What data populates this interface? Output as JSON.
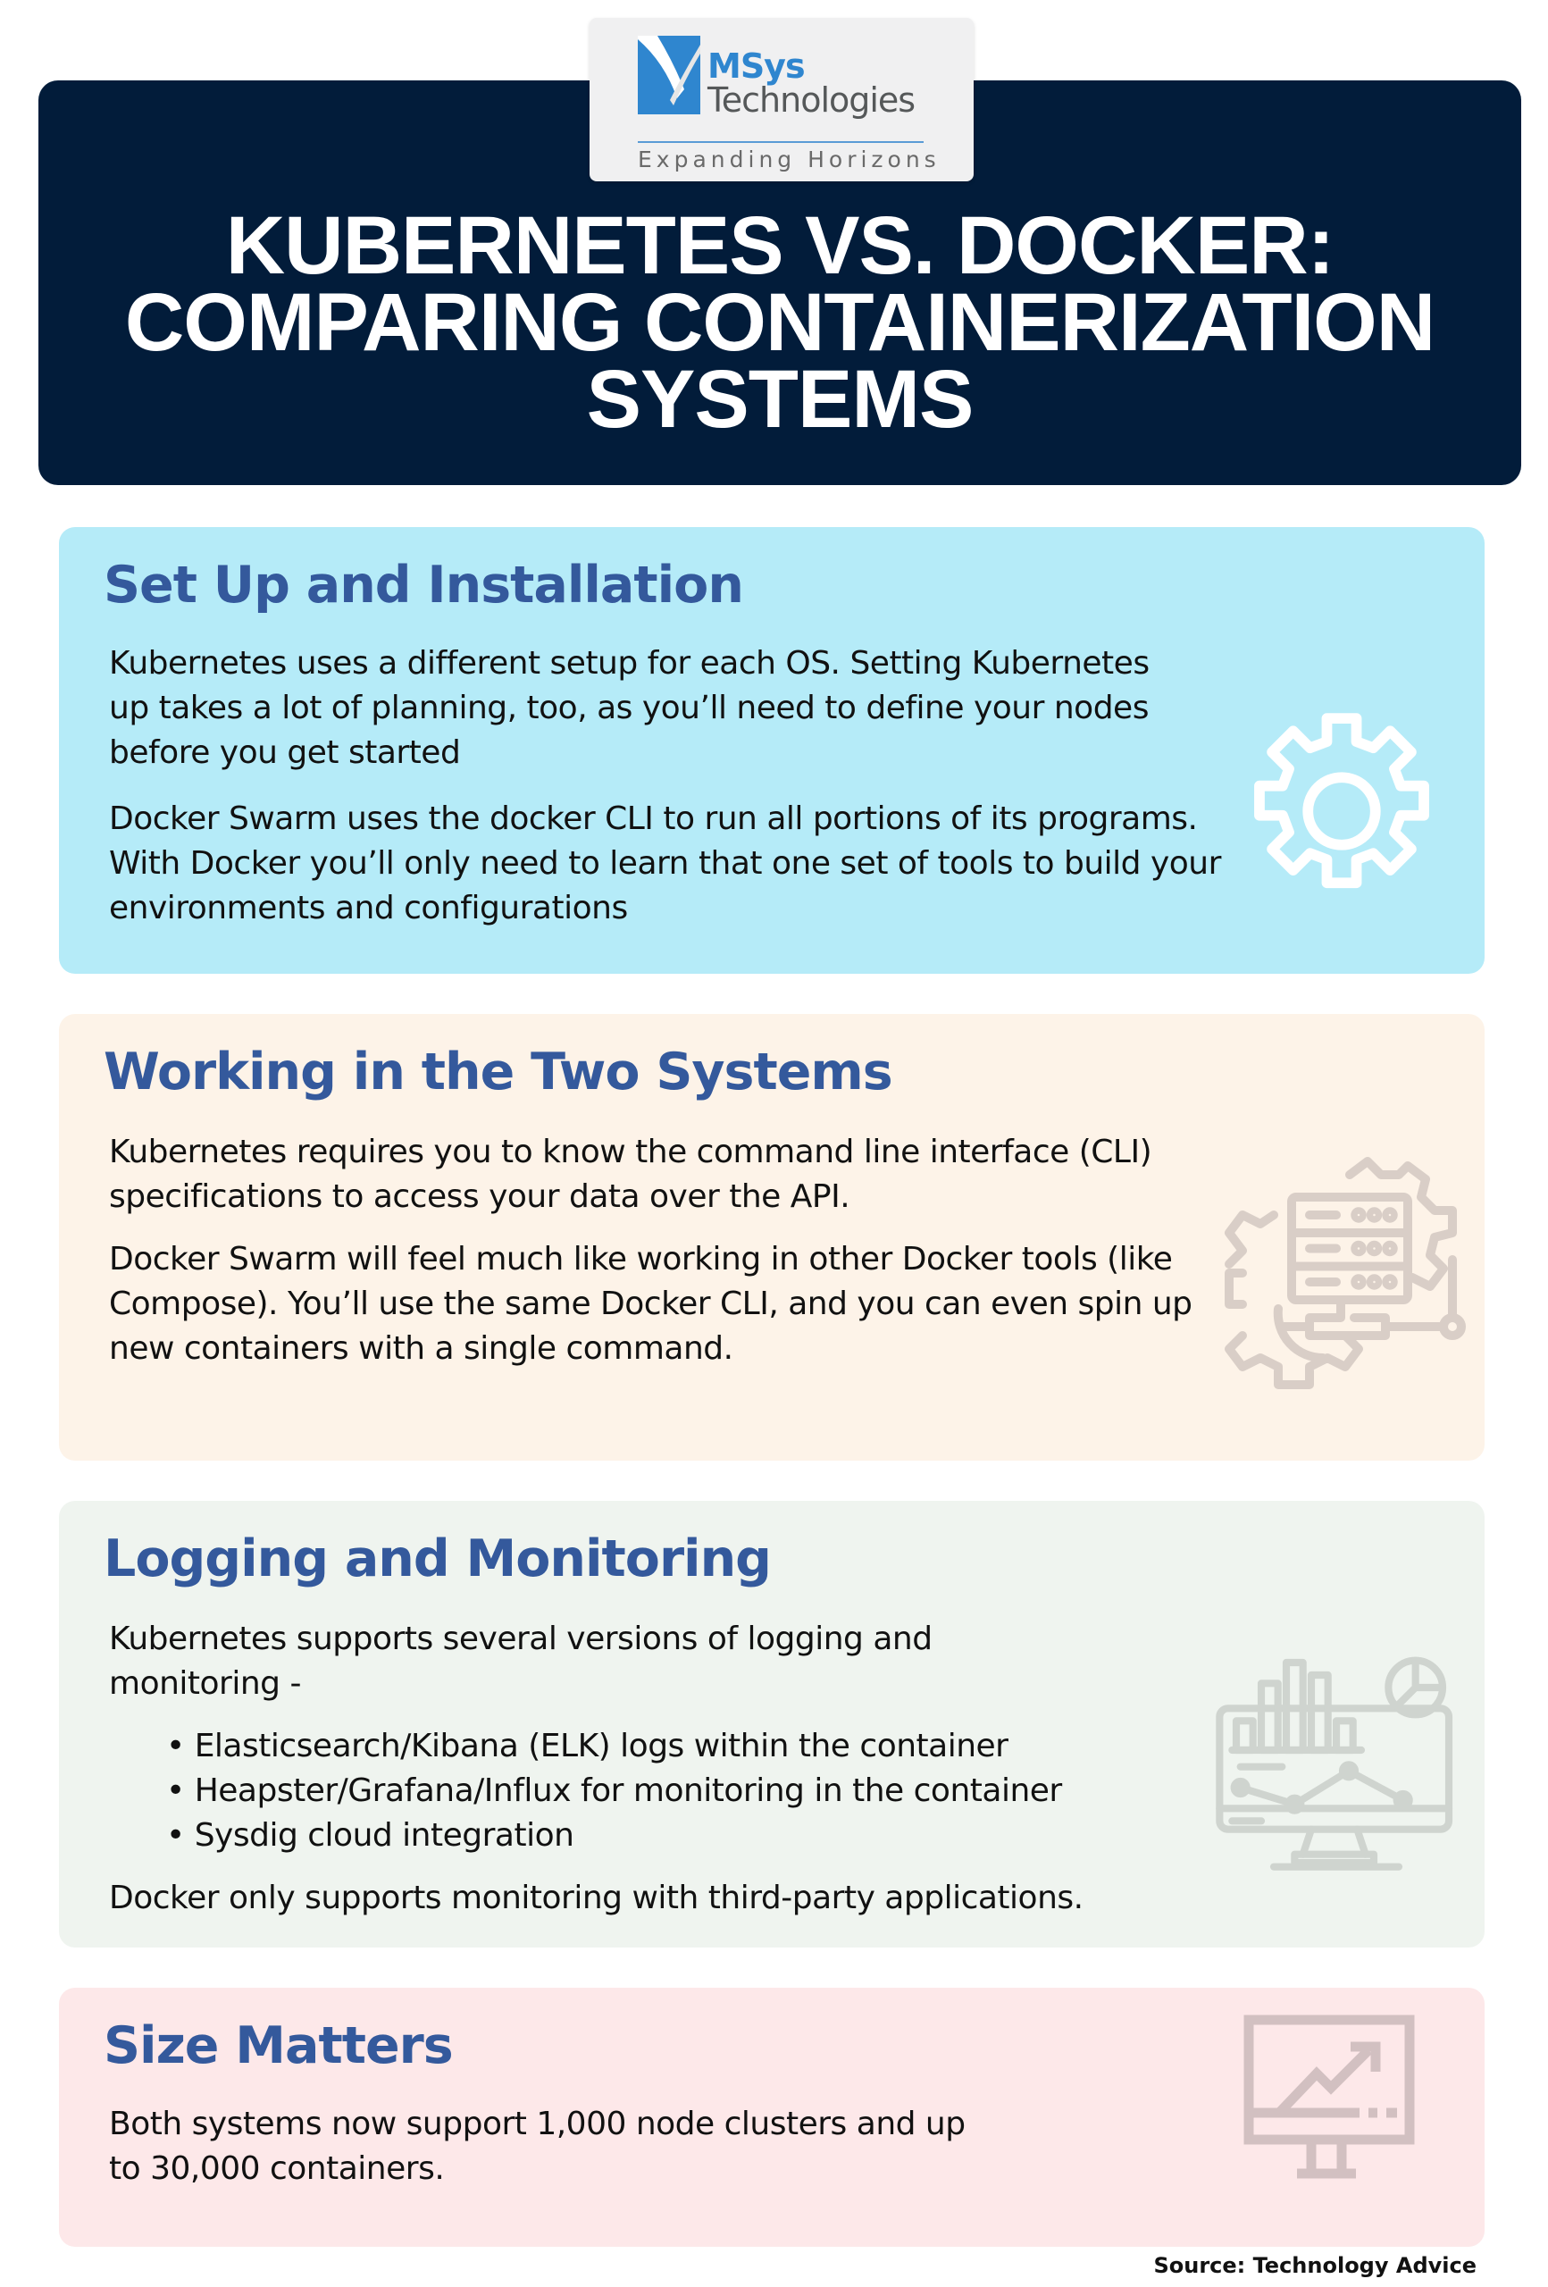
{
  "logo": {
    "name_line1": "MSys",
    "name_line2": "Technologies",
    "tagline": "Expanding Horizons",
    "colors": {
      "brand_blue": "#2f86cf",
      "gray": "#555859"
    }
  },
  "header": {
    "title_lines": [
      "KUBERNETES VS. DOCKER:",
      "COMPARING CONTAINERIZATION",
      "SYSTEMS"
    ],
    "background": "#021c3a"
  },
  "sections": [
    {
      "title": "Set Up and Installation",
      "background": "#b5ebf8",
      "icon": "gear-icon",
      "paragraphs": [
        "Kubernetes uses a different setup for each OS. Setting Kubernetes up takes a lot of planning, too, as you’ll need to define your nodes before you get started",
        "Docker Swarm uses the docker CLI to run all portions of its programs. With Docker you’ll only need to learn that one set of tools to build your environments and configurations"
      ]
    },
    {
      "title": "Working in the Two Systems",
      "background": "#fdf3e8",
      "icon": "server-gear-icon",
      "paragraphs": [
        "Kubernetes requires you to know the command line interface (CLI) specifications to access your data over the API.",
        "Docker Swarm will feel much like working in other Docker tools (like Compose). You’ll use the same Docker CLI, and you can even spin up new containers with a single command."
      ]
    },
    {
      "title": "Logging and Monitoring",
      "background": "#eff4ef",
      "icon": "monitor-analytics-icon",
      "intro": "Kubernetes supports several versions of logging and monitoring -",
      "bullets": [
        "Elasticsearch/Kibana (ELK) logs within the container",
        "Heapster/Grafana/Influx for monitoring in the container",
        "Sysdig cloud integration"
      ],
      "outro": "Docker only supports monitoring with third-party applications."
    },
    {
      "title": "Size Matters",
      "background": "#fde8e9",
      "icon": "monitor-growth-icon",
      "paragraphs": [
        "Both systems now support 1,000 node clusters and up to 30,000 containers."
      ]
    }
  ],
  "footer": {
    "source": "Source: Technology Advice"
  },
  "accent": {
    "heading_blue": "#34599c"
  }
}
